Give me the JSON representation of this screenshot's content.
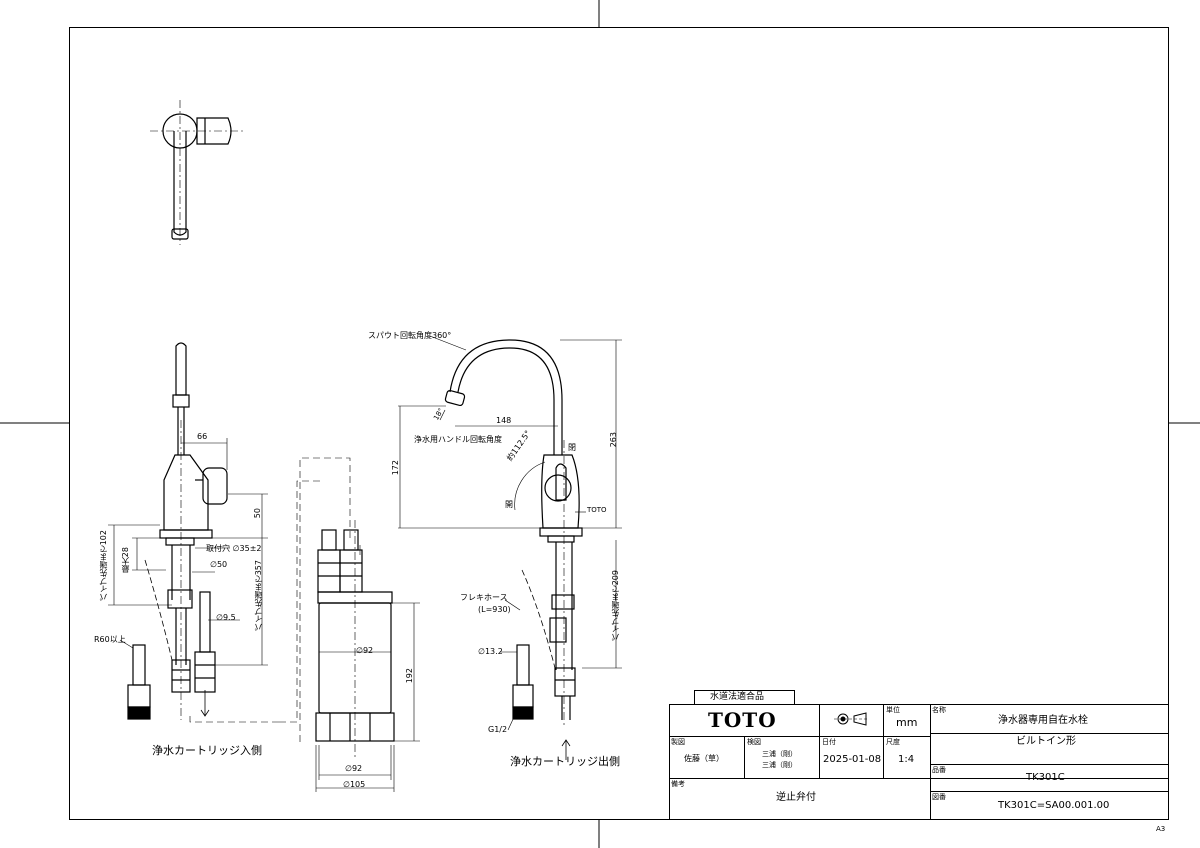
{
  "dimensions": {
    "d66": "66",
    "d50": "50",
    "hole": "取付穴 ∅35±2",
    "d_50": "∅50",
    "d9_5": "∅9.5",
    "pipe102": "パイプ先端まで102",
    "max28": "最大28",
    "pipe357": "パイプ先端まで357",
    "r60": "R60以上",
    "d92": "∅92",
    "h192": "192",
    "d92b": "∅92",
    "d105": "∅105",
    "spout_rotation": "スパウト回転角度360°",
    "d148": "148",
    "angle18": "18°",
    "handle_rotation": "浄水用ハンドル回転角度",
    "open": "開",
    "closed": "閉",
    "angle112": "約112.5°",
    "h172": "172",
    "h263": "263",
    "toto_mark": "TOTO",
    "hose": "フレキホース",
    "hose_len": "(L=930)",
    "d13_2": "∅13.2",
    "g12": "G1/2",
    "pipe209": "パイプ先端まで209"
  },
  "captions": {
    "inlet": "浄水カートリッジ入側",
    "outlet": "浄水カートリッジ出側"
  },
  "title_block": {
    "water_label": "水道法適合品",
    "brand": "TOTO",
    "unit_label": "単位",
    "unit": "mm",
    "name_label": "名称",
    "name1": "浄水器専用自在水栓",
    "name2": "ビルトイン形",
    "drawn_label": "製図",
    "drawn": "佐藤（草）",
    "checked_label": "検図",
    "checked1": "三浦（剛）",
    "checked2": "三浦（剛）",
    "date_label": "日付",
    "date": "2025-01-08",
    "scale_label": "尺度",
    "scale": "1:4",
    "part_label": "品番",
    "part": "TK301C",
    "notes_label": "備考",
    "notes": "逆止弁付",
    "drawing_label": "図番",
    "drawing_no": "TK301C=SA00.001.00"
  },
  "sheet_size": "A3"
}
